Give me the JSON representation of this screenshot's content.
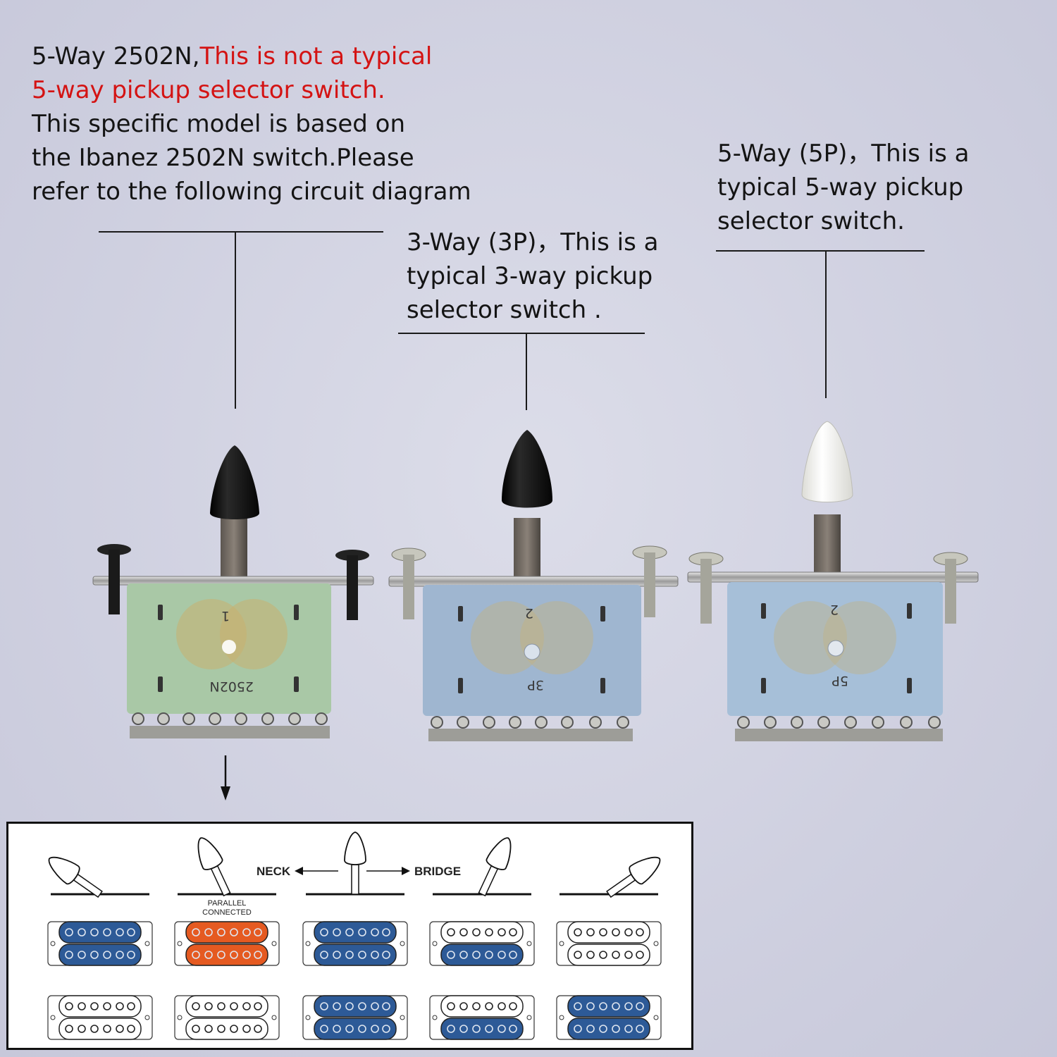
{
  "caption_2502n": {
    "line1_black": "5-Way 2502N,",
    "line1_red": "This is not a typical",
    "line2_red": "5-way pickup selector switch.",
    "line3": "This specific model is based on",
    "line4": "the Ibanez 2502N switch.Please",
    "line5": "refer to the following circuit diagram"
  },
  "caption_3p": {
    "line1": "3-Way (3P)，This is a",
    "line2": "typical 3-way pickup",
    "line3": "selector switch ."
  },
  "caption_5p": {
    "line1": "5-Way (5P)，This is a",
    "line2": "typical 5-way pickup",
    "line3": "selector switch."
  },
  "switches": [
    {
      "board_color": "#a9c8a6",
      "knob_color": "#111111",
      "marking_top": "1",
      "marking_bottom": "2502N",
      "screw_color": "#222222"
    },
    {
      "board_color": "#9fb6d0",
      "knob_color": "#111111",
      "marking_top": "2",
      "marking_bottom": "3P",
      "screw_color": "#b9b9b0"
    },
    {
      "board_color": "#a6bfd8",
      "knob_color": "#f2f2ee",
      "marking_top": "2",
      "marking_bottom": "5P",
      "screw_color": "#b9b9b0"
    }
  ],
  "diagram": {
    "neck_label": "NECK",
    "bridge_label": "BRIDGE",
    "parallel_label_1": "PARALLEL",
    "parallel_label_2": "CONNECTED",
    "colors": {
      "blue": "#2d5a97",
      "orange": "#e55a21",
      "white": "#ffffff"
    },
    "positions": [
      {
        "top": [
          "blue",
          "blue"
        ],
        "bottom": [
          "white",
          "white"
        ]
      },
      {
        "top": [
          "orange",
          "orange"
        ],
        "bottom": [
          "white",
          "white"
        ]
      },
      {
        "top": [
          "blue",
          "blue"
        ],
        "bottom": [
          "blue",
          "blue"
        ]
      },
      {
        "top": [
          "white",
          "blue"
        ],
        "bottom": [
          "white",
          "blue"
        ]
      },
      {
        "top": [
          "white",
          "white"
        ],
        "bottom": [
          "blue",
          "blue"
        ]
      }
    ]
  }
}
